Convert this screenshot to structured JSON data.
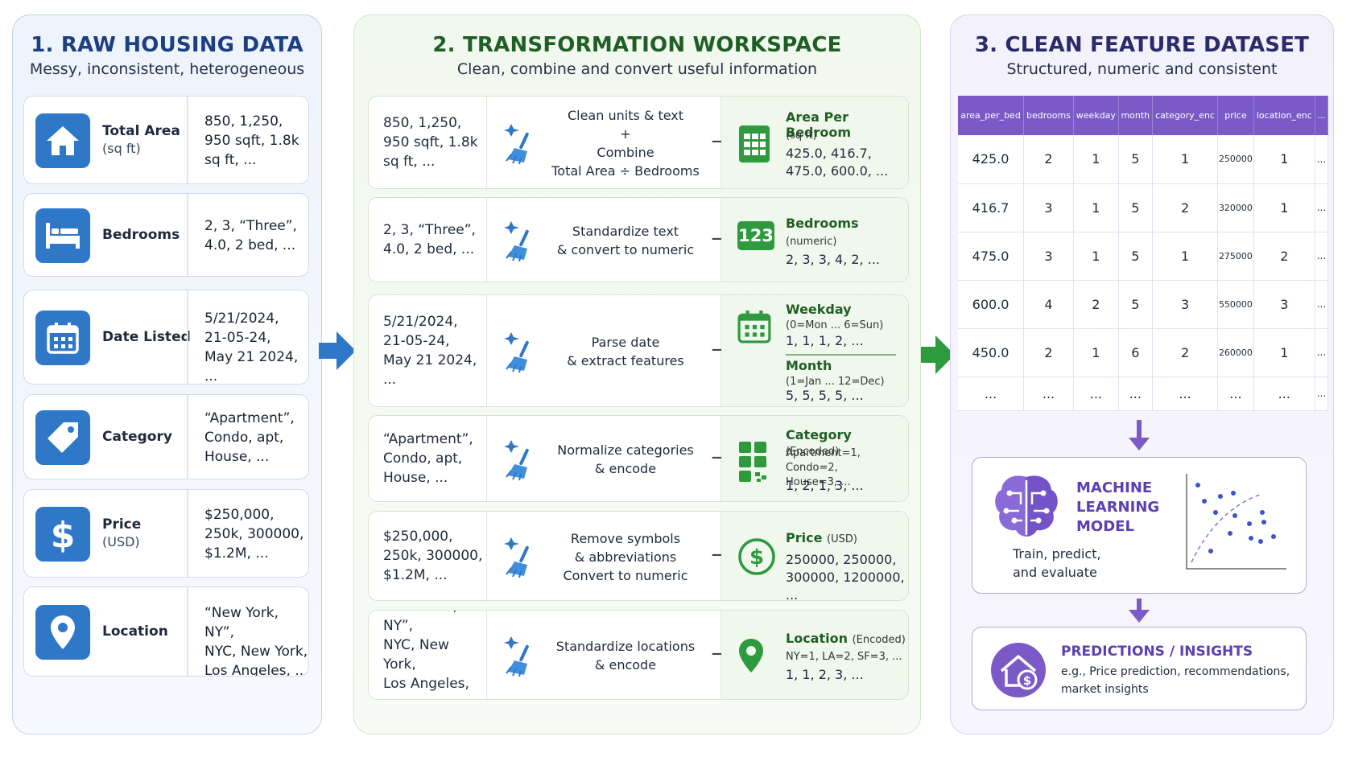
{
  "raw": {
    "title": "1. RAW HOUSING DATA",
    "subtitle": "Messy, inconsistent, heterogeneous",
    "rows": [
      {
        "label": "Total Area",
        "unit": "(sq ft)",
        "values": "850, 1,250,\n950 sqft, 1.8k\nsq ft, ...",
        "icon": "house-icon"
      },
      {
        "label": "Bedrooms",
        "unit": "",
        "values": "2, 3, “Three”,\n4.0, 2 bed, ...",
        "icon": "bed-icon"
      },
      {
        "label": "Date Listed",
        "unit": "",
        "values": "5/21/2024,\n21-05-24,\nMay 21 2024, ...",
        "icon": "calendar-icon"
      },
      {
        "label": "Category",
        "unit": "",
        "values": "“Apartment”,\nCondo, apt,\nHouse, ...",
        "icon": "tag-icon"
      },
      {
        "label": "Price",
        "unit": "(USD)",
        "values": "$250,000,\n250k, 300000,\n$1.2M, ...",
        "icon": "dollar-icon"
      },
      {
        "label": "Location",
        "unit": "",
        "values": "“New York, NY”,\nNYC, New York,\nLos Angeles, ...",
        "icon": "location-pin-icon"
      }
    ]
  },
  "transform": {
    "title": "2. TRANSFORMATION WORKSPACE",
    "subtitle": "Clean, combine and convert useful information",
    "rows": [
      {
        "input": "850, 1,250,\n950 sqft, 1.8k\nsq ft, ...",
        "step": "Clean units & text\n+\nCombine\nTotal Area ÷ Bedrooms",
        "out_title": "Area Per Bedroom",
        "out_unit": "",
        "out_sub": "(sq ft)",
        "out_vals": "425.0, 416.7,\n475.0, 600.0, ...",
        "icon": "spreadsheet-icon"
      },
      {
        "input": "2, 3, “Three”,\n4.0, 2 bed, ...",
        "step": "Standardize text\n& convert to numeric",
        "out_title": "Bedrooms",
        "out_unit": "",
        "out_sub": "(numeric)",
        "out_vals": "2, 3, 3, 4, 2, ...",
        "icon": "numeric-123-icon",
        "icon_text": "123"
      },
      {
        "input": "5/21/2024,\n21-05-24,\nMay 21 2024, ...",
        "step": "Parse date\n& extract features",
        "out_title": "Weekday",
        "out_unit": "",
        "out_sub": "(0=Mon ... 6=Sun)",
        "out_vals": "1, 1, 1, 2, ...",
        "out_title2": "Month",
        "out_sub2": "(1=Jan ... 12=Dec)",
        "out_vals2": "5, 5, 5, 5, ...",
        "icon": "calendar-icon"
      },
      {
        "input": "“Apartment”,\nCondo, apt,\nHouse, ...",
        "step": "Normalize categories\n& encode",
        "out_title": "Category",
        "out_unit": "(Encoded)",
        "out_sub": "Apartment=1, Condo=2,\nHouse=3, ...",
        "out_vals": "1, 2, 1, 3, ...",
        "icon": "grid-blocks-icon"
      },
      {
        "input": "$250,000,\n250k, 300000,\n$1.2M, ...",
        "step": "Remove symbols\n& abbreviations\nConvert to numeric",
        "out_title": "Price",
        "out_unit": "(USD)",
        "out_sub": "",
        "out_vals": "250000, 250000,\n300000, 1200000, ...",
        "icon": "dollar-circle-icon"
      },
      {
        "input": "“New York, NY”,\nNYC, New York,\nLos Angeles, ...",
        "step": "Standardize locations\n& encode",
        "out_title": "Location",
        "out_unit": "(Encoded)",
        "out_sub": "NY=1, LA=2, SF=3, ...",
        "out_vals": "1, 1, 2, 3, ...",
        "icon": "location-pin-icon"
      }
    ]
  },
  "clean": {
    "title": "3. CLEAN FEATURE DATASET",
    "subtitle": "Structured, numeric and consistent",
    "columns": [
      "area_per_bed",
      "bedrooms",
      "weekday",
      "month",
      "category_enc",
      "price",
      "location_enc",
      "..."
    ],
    "rows": [
      [
        "425.0",
        "2",
        "1",
        "5",
        "1",
        "250000",
        "1",
        "..."
      ],
      [
        "416.7",
        "3",
        "1",
        "5",
        "2",
        "320000",
        "1",
        "..."
      ],
      [
        "475.0",
        "3",
        "1",
        "5",
        "1",
        "275000",
        "2",
        "..."
      ],
      [
        "600.0",
        "4",
        "2",
        "5",
        "3",
        "550000",
        "3",
        "..."
      ],
      [
        "450.0",
        "2",
        "1",
        "6",
        "2",
        "260000",
        "1",
        "..."
      ],
      [
        "...",
        "...",
        "...",
        "...",
        "...",
        "...",
        "...",
        "..."
      ]
    ],
    "ml": {
      "title": "MACHINE\nLEARNING\nMODEL",
      "desc": "Train, predict,\nand evaluate",
      "icon": "brain-circuit-icon"
    },
    "pred": {
      "title": "PREDICTIONS / INSIGHTS",
      "desc": "e.g., Price prediction, recommendations,\nmarket insights",
      "icon": "house-dollar-icon"
    }
  },
  "colors": {
    "raw_accent": "#2f78c8",
    "transform_accent": "#2e8b3a",
    "clean_accent": "#7b5ac7"
  }
}
